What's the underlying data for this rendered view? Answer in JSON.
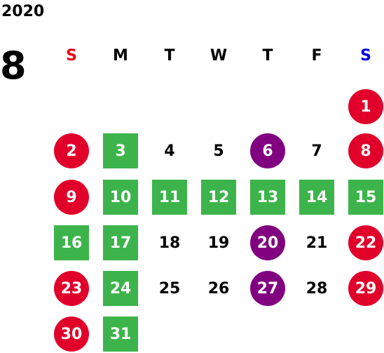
{
  "calendar": {
    "year": "2020",
    "month": "8",
    "weekdays": [
      {
        "label": "S",
        "color": "#e8001c"
      },
      {
        "label": "M",
        "color": "#000000"
      },
      {
        "label": "T",
        "color": "#000000"
      },
      {
        "label": "W",
        "color": "#000000"
      },
      {
        "label": "T",
        "color": "#000000"
      },
      {
        "label": "F",
        "color": "#000000"
      },
      {
        "label": "S",
        "color": "#0000e0"
      }
    ],
    "colors": {
      "holiday_red": "#e0002a",
      "highlight_green": "#3cb44b",
      "special_purple": "#800080",
      "text": "#000000"
    },
    "days": [
      {
        "day": "1",
        "style": "red-circle"
      },
      {
        "day": "2",
        "style": "red-circle"
      },
      {
        "day": "3",
        "style": "green-square"
      },
      {
        "day": "4",
        "style": "plain"
      },
      {
        "day": "5",
        "style": "plain"
      },
      {
        "day": "6",
        "style": "purple-circle"
      },
      {
        "day": "7",
        "style": "plain"
      },
      {
        "day": "8",
        "style": "red-circle"
      },
      {
        "day": "9",
        "style": "red-circle"
      },
      {
        "day": "10",
        "style": "green-square"
      },
      {
        "day": "11",
        "style": "green-square"
      },
      {
        "day": "12",
        "style": "green-square"
      },
      {
        "day": "13",
        "style": "green-square"
      },
      {
        "day": "14",
        "style": "green-square"
      },
      {
        "day": "15",
        "style": "green-square"
      },
      {
        "day": "16",
        "style": "green-square"
      },
      {
        "day": "17",
        "style": "green-square"
      },
      {
        "day": "18",
        "style": "plain"
      },
      {
        "day": "19",
        "style": "plain"
      },
      {
        "day": "20",
        "style": "purple-circle"
      },
      {
        "day": "21",
        "style": "plain"
      },
      {
        "day": "22",
        "style": "red-circle"
      },
      {
        "day": "23",
        "style": "red-circle"
      },
      {
        "day": "24",
        "style": "green-square"
      },
      {
        "day": "25",
        "style": "plain"
      },
      {
        "day": "26",
        "style": "plain"
      },
      {
        "day": "27",
        "style": "purple-circle"
      },
      {
        "day": "28",
        "style": "plain"
      },
      {
        "day": "29",
        "style": "red-circle"
      },
      {
        "day": "30",
        "style": "red-circle"
      },
      {
        "day": "31",
        "style": "green-square"
      }
    ]
  }
}
